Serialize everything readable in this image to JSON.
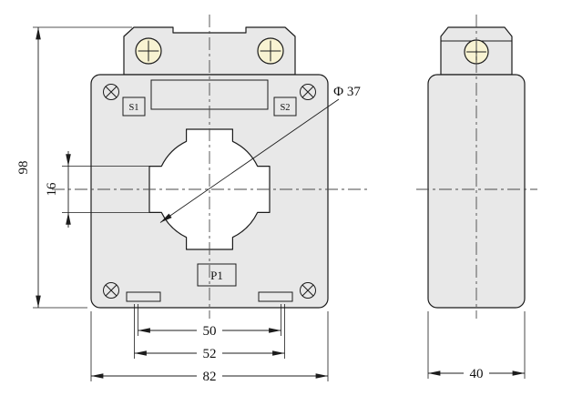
{
  "drawing": {
    "labels": {
      "s1": "S1",
      "s2": "S2",
      "p1": "P1"
    },
    "dimensions": {
      "overall_height": "98",
      "window_notch": "16",
      "hole_diameter": "Φ 37",
      "bottom_inner": "50",
      "bottom_mid": "52",
      "overall_width": "82",
      "side_width": "40"
    },
    "colors": {
      "background": "#ffffff",
      "body_fill": "#e8e8e8",
      "screw_fill": "#f8f3d2",
      "slot_fill": "#f8f3d2",
      "detail_fill": "#ffffff",
      "line_color": "#1c1c1c"
    }
  }
}
